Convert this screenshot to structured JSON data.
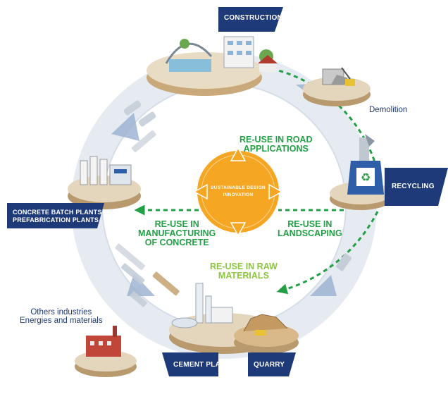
{
  "banners": {
    "construction": "CONSTRUCTION",
    "recycling": "RECYCLING",
    "batch_plants_line1": "CONCRETE BATCH PLANTS",
    "batch_plants_line2": "PREFABRICATION PLANTS",
    "cement_plant": "CEMENT PLANT",
    "quarry": "QUARRY"
  },
  "hub": {
    "line1": "SUSTAINABLE DESIGN",
    "line2": "INNOVATION"
  },
  "reuse": {
    "road_line1": "RE-USE IN ROAD",
    "road_line2": "APPLICATIONS",
    "landscaping_line1": "RE-USE IN",
    "landscaping_line2": "LANDSCAPING",
    "concrete_line1": "RE-USE IN",
    "concrete_line2": "MANUFACTURING",
    "concrete_line3": "OF CONCRETE",
    "raw_line1": "RE-USE IN RAW",
    "raw_line2": "MATERIALS"
  },
  "labels": {
    "demolition": "Demolition",
    "others_line1": "Others industries",
    "others_line2": "Energies and materials"
  },
  "colors": {
    "navy": "#1e3a78",
    "green": "#23a045",
    "lime": "#8cc63f",
    "hub_orange": "#f5a623"
  }
}
